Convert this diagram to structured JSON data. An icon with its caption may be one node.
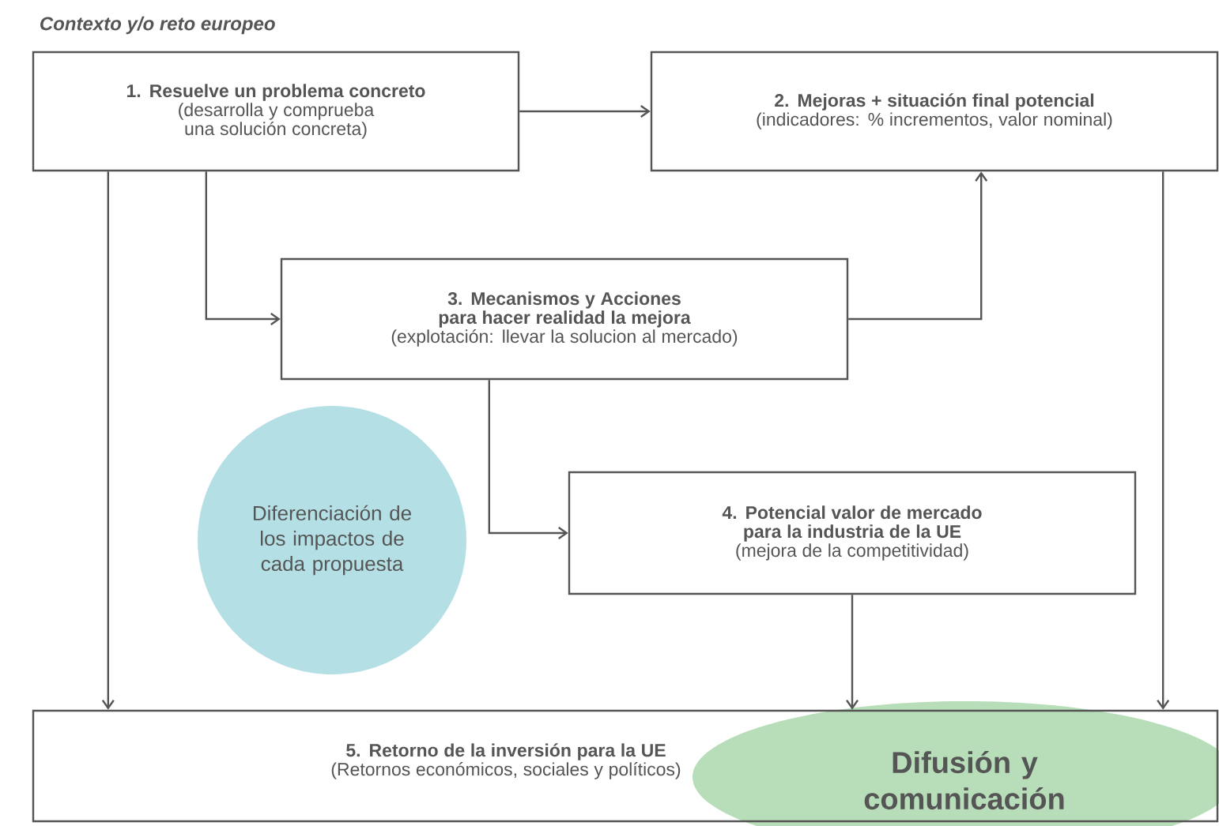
{
  "diagram": {
    "title": "Contexto y/o reto europeo",
    "nodes": [
      {
        "text": [
          "1. Resuelve un problema concreto",
          "(desarrolla y comprueba una solución concreta)"
        ]
      },
      {
        "text": [
          "2. Mejoras + situación final potencial",
          "(indicadores: % incrementos, valor nominal)"
        ]
      },
      {
        "text": [
          "3. Mecanismos y Acciones para hacer realidad la mejora",
          "(explotación: llevar la solucion al mercado)"
        ]
      },
      {
        "text": [
          "Diferenciación de los impactos de cada propuesta"
        ]
      },
      {
        "text": [
          "4. Potencial valor de mercado para la industria de la UE",
          "(mejora de la competitividad)"
        ]
      },
      {
        "text": [
          "5. Retorno de la inversión para la UE",
          "(Retornos económicos, sociales y políticos)"
        ]
      },
      {
        "text": [
          "Difusión y comunicación"
        ]
      }
    ],
    "edges": [
      {
        "from": 0,
        "to": 1,
        "arrow": "to"
      },
      {
        "from": 0,
        "to": 2,
        "arrow": "to"
      },
      {
        "from": 2,
        "to": 1,
        "arrow": "to"
      },
      {
        "from": 2,
        "to": 4,
        "arrow": "to"
      },
      {
        "from": 0,
        "to": 5,
        "arrow": "to"
      },
      {
        "from": 4,
        "to": 5,
        "arrow": "to"
      },
      {
        "from": 1,
        "to": 5,
        "arrow": "to"
      }
    ]
  }
}
